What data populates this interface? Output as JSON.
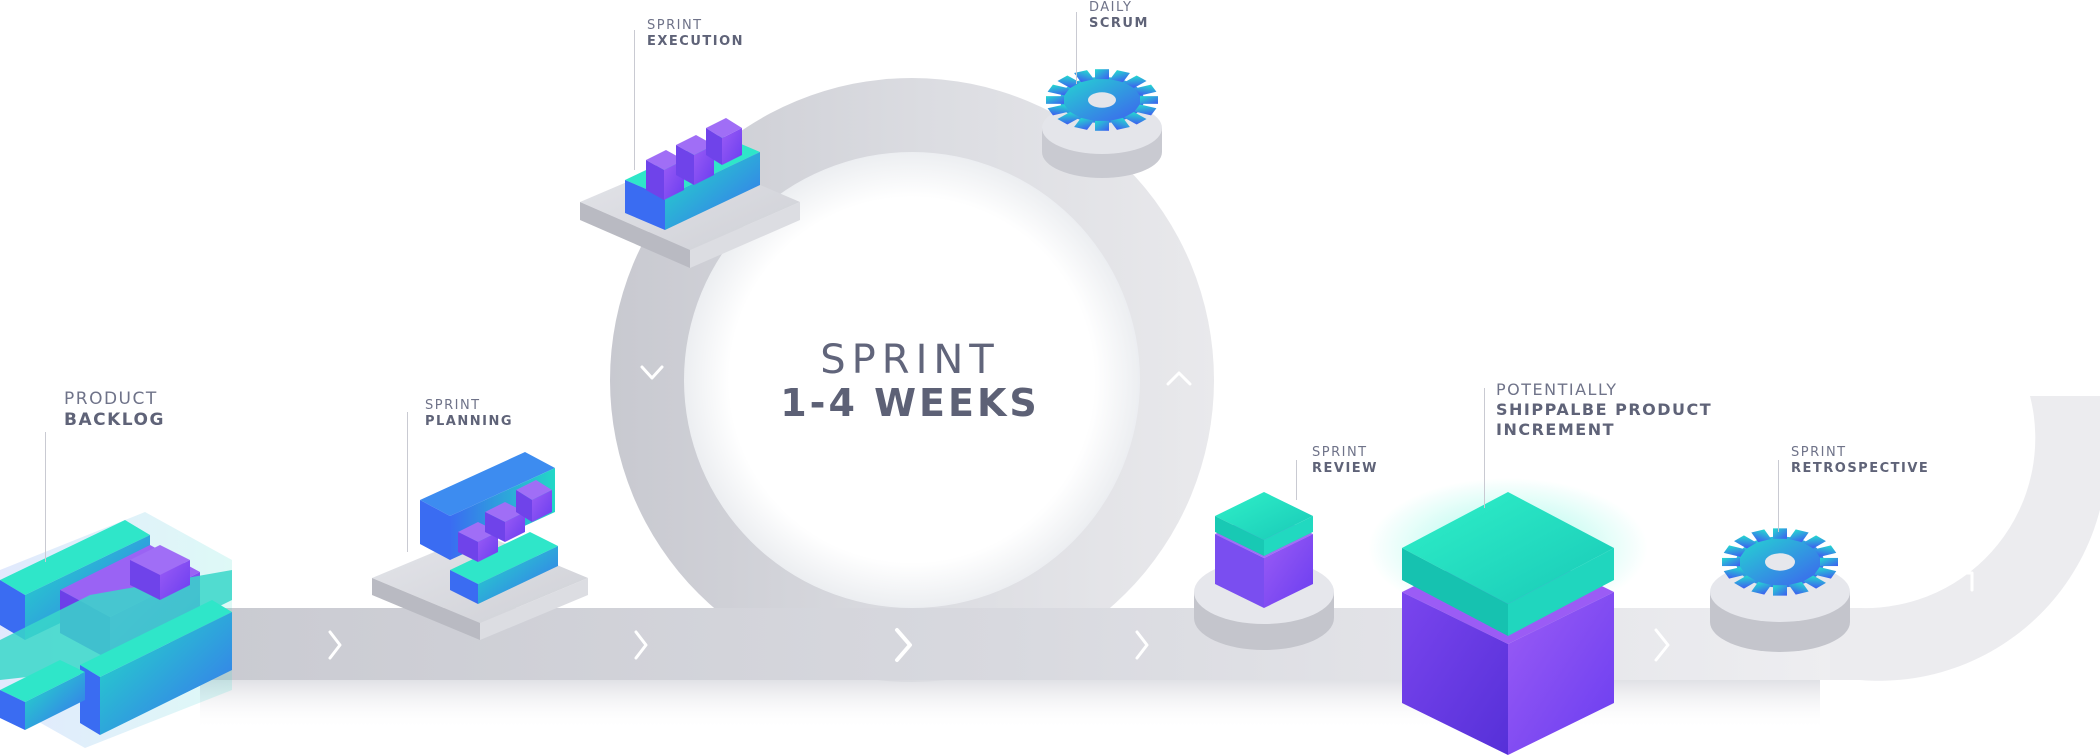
{
  "center": {
    "line1": "SPRINT",
    "line2": "1-4 WEEKS"
  },
  "stages": {
    "product_backlog": {
      "line1": "PRODUCT",
      "line2": "BACKLOG"
    },
    "sprint_planning": {
      "line1": "SPRINT",
      "line2": "PLANNING"
    },
    "sprint_execution": {
      "line1": "SPRINT",
      "line2": "EXECUTION"
    },
    "daily_scrum": {
      "line1": "DAILY",
      "line2": "SCRUM"
    },
    "sprint_review": {
      "line1": "SPRINT",
      "line2": "REVIEW"
    },
    "increment": {
      "line1": "POTENTIALLY",
      "line2": "SHIPPALBE PRODUCT",
      "line3": "INCREMENT"
    },
    "sprint_retrospective": {
      "line1": "SPRINT",
      "line2": "RETROSPECTIVE"
    }
  },
  "colors": {
    "track": "#d5d6dc",
    "track_light": "#ececef",
    "cyan": "#22e0c4",
    "blue": "#3a6cf2",
    "purple": "#8a4ff0",
    "platform": "#cfd0d6",
    "text": "#6f7389"
  },
  "icons": [
    "cube-stack-icon",
    "gear-icon",
    "chevron-right-icon",
    "chevron-down-icon",
    "chevron-up-icon"
  ]
}
